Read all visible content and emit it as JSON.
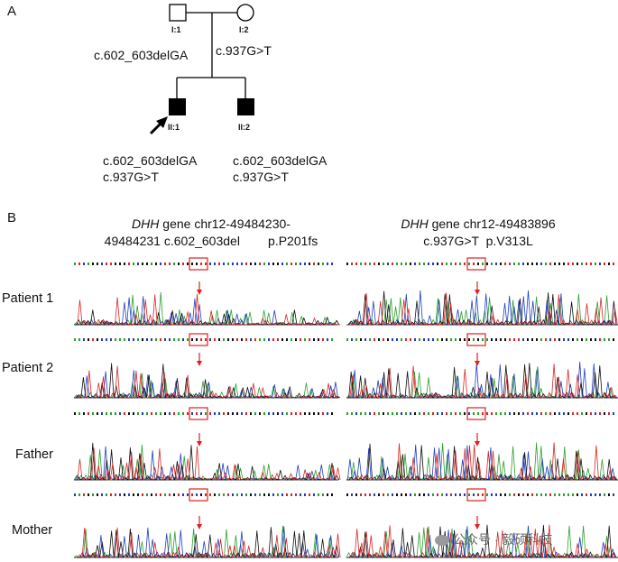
{
  "panel_a": {
    "letter": "A",
    "individuals": {
      "father": {
        "id": "I:1"
      },
      "mother": {
        "id": "I:2"
      },
      "proband": {
        "id": "II:1",
        "genotype": [
          "c.602_603delGA",
          "c.937G>T"
        ]
      },
      "sibling": {
        "id": "II:2",
        "genotype": [
          "c.602_603delGA",
          "c.937G>T"
        ]
      }
    },
    "father_variant": "c.602_603delGA",
    "mother_variant": "c.937G>T"
  },
  "panel_b": {
    "letter": "B",
    "left_title": {
      "gene": "DHH",
      "line1_rest": " gene chr12-49484230-",
      "line2": "49484231 c.602_603del        p.P201fs"
    },
    "right_title": {
      "gene": "DHH",
      "line1_rest": " gene chr12-49483896",
      "line2": "c.937G>T  p.V313L"
    },
    "rows": [
      "Patient 1",
      "Patient 2",
      "Father",
      "Mother"
    ]
  },
  "watermark": {
    "text": "公众号 · 毅硕科技"
  },
  "colors": {
    "base_A": "#2ca02c",
    "base_C": "#1f3fbf",
    "base_G": "#111111",
    "base_T": "#d62728",
    "highlight": "#e02020"
  }
}
